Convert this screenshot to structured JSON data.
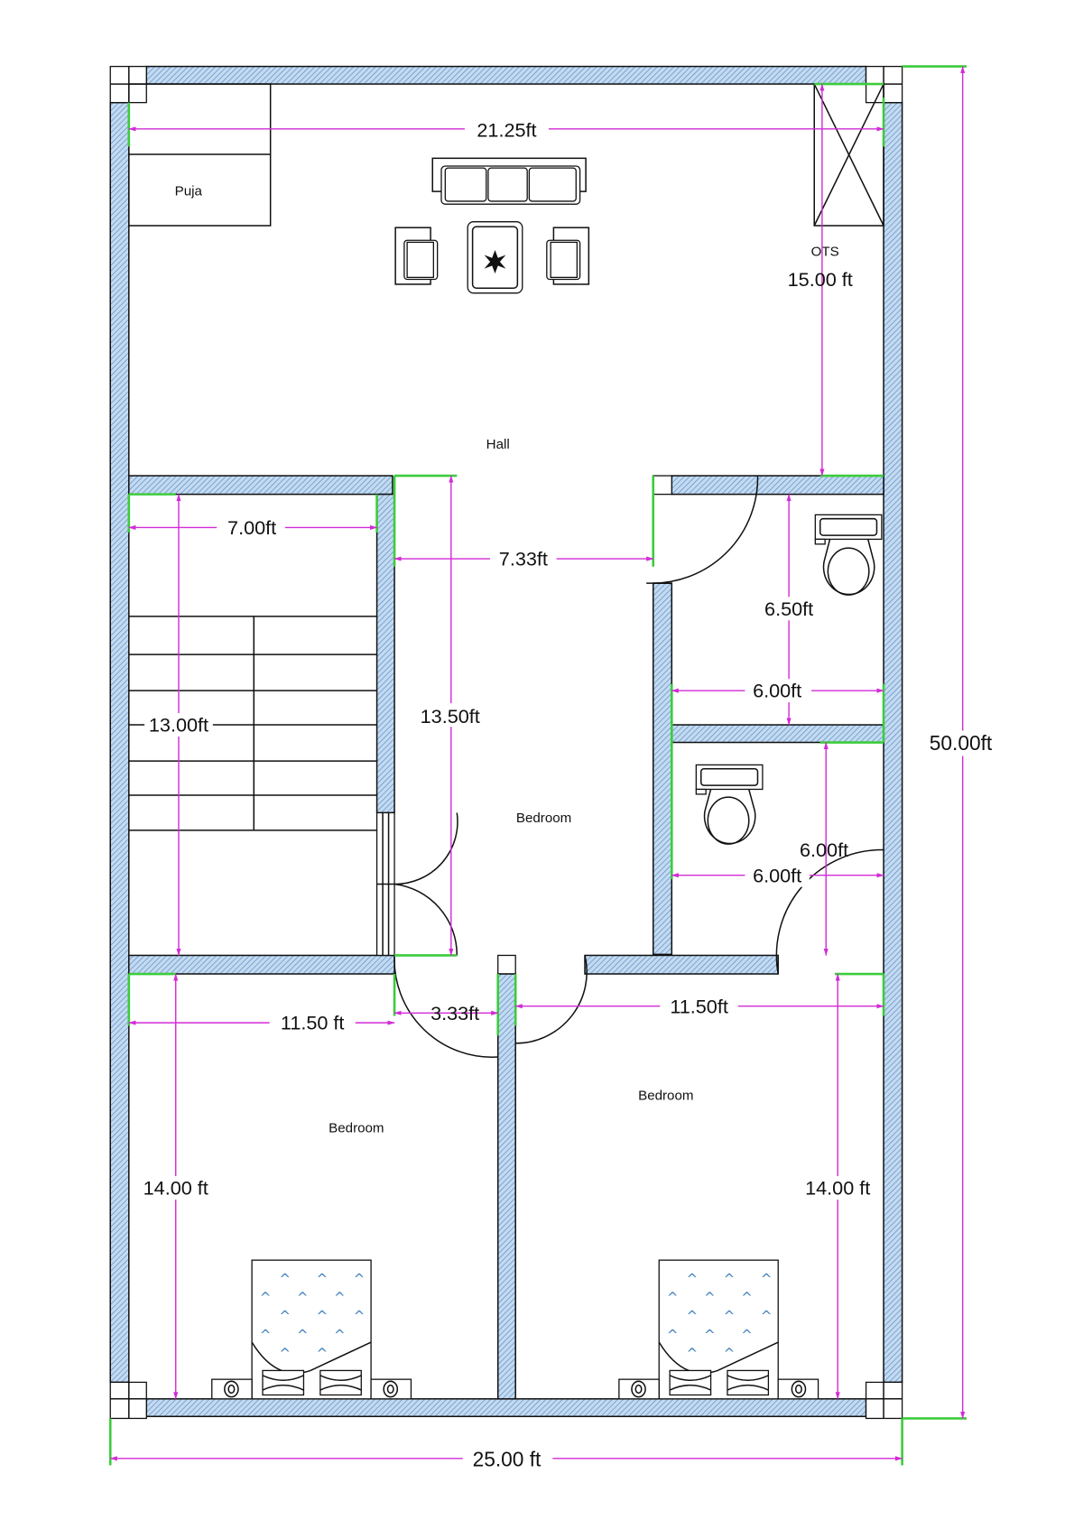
{
  "plan": {
    "title": "",
    "overall": {
      "width_label": "25.00 ft",
      "depth_label": "50.00ft"
    },
    "colors": {
      "wall_fill": "#b9d3ec",
      "wall_hatch": "#5b8fc9",
      "dimension_line": "#d22bd6",
      "extension_line": "#3ccc3c",
      "outline": "#111111",
      "bed_pattern": "#3f7fbf"
    },
    "rooms": [
      {
        "name": "Hall",
        "label": "Hall"
      },
      {
        "name": "Puja",
        "label": "Puja"
      },
      {
        "name": "OTS",
        "label": "OTS"
      },
      {
        "name": "Bedroom (center)",
        "label": "Bedroom"
      },
      {
        "name": "Bedroom (bottom-left)",
        "label": "Bedroom"
      },
      {
        "name": "Bedroom (bottom-right)",
        "label": "Bedroom"
      },
      {
        "name": "Toilet (upper)",
        "label": ""
      },
      {
        "name": "Toilet (lower)",
        "label": ""
      },
      {
        "name": "Staircase",
        "label": ""
      }
    ],
    "dimensions": {
      "hall_width": "21.25ft",
      "ots_height": "15.00 ft",
      "stair_width": "7.00ft",
      "stair_length": "13.00ft",
      "center_bed_width": "7.33ft",
      "center_bed_length": "13.50ft",
      "toilet1_height": "6.50ft",
      "toilet1_width": "6.00ft",
      "toilet2_height": "6.00ft",
      "toilet2_width": "6.00ft",
      "bl_bed_width": "11.50 ft",
      "passage_width": "3.33ft",
      "br_bed_width": "11.50ft",
      "bl_bed_length": "14.00 ft",
      "br_bed_length": "14.00 ft"
    },
    "furniture": [
      "sofa-3-seater",
      "armchair-left",
      "armchair-right",
      "center-table-with-plant",
      "toilet-wc-upper",
      "toilet-wc-lower",
      "double-bed-left",
      "double-bed-right",
      "bedside-table-x4",
      "staircase-12-treads",
      "ots-void-cross"
    ]
  }
}
